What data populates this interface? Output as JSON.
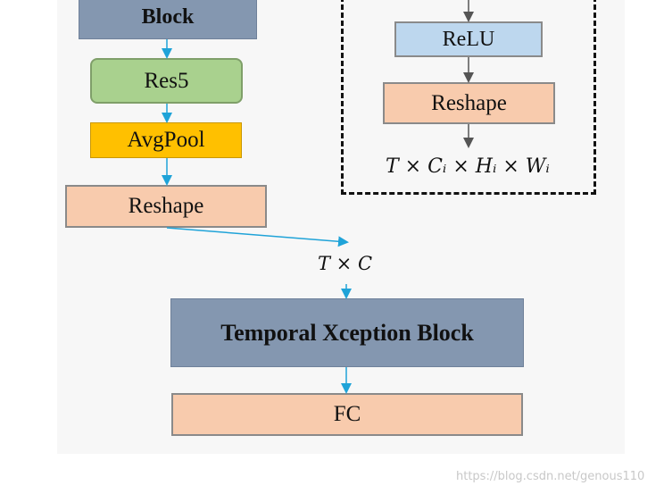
{
  "left_column": {
    "top_block_label": "Block",
    "res5_label": "Res5",
    "avgpool_label": "AvgPool",
    "reshape_label": "Reshape"
  },
  "right_panel": {
    "relu_label": "ReLU",
    "reshape_label": "Reshape",
    "shape_formula": "T × Cᵢ × Hᵢ × Wᵢ"
  },
  "main": {
    "shape_label": "T × C",
    "temporal_block_label": "Temporal Xception Block",
    "fc_label": "FC"
  },
  "watermark": "https://blog.csdn.net/genous110",
  "colors": {
    "block_blue": "#8497b0",
    "res5_green": "#a9d18e",
    "avgpool_orange": "#ffc000",
    "reshape_peach": "#f8cbad",
    "relu_lightblue": "#bdd7ee",
    "arrow": "#1fa3d8"
  }
}
